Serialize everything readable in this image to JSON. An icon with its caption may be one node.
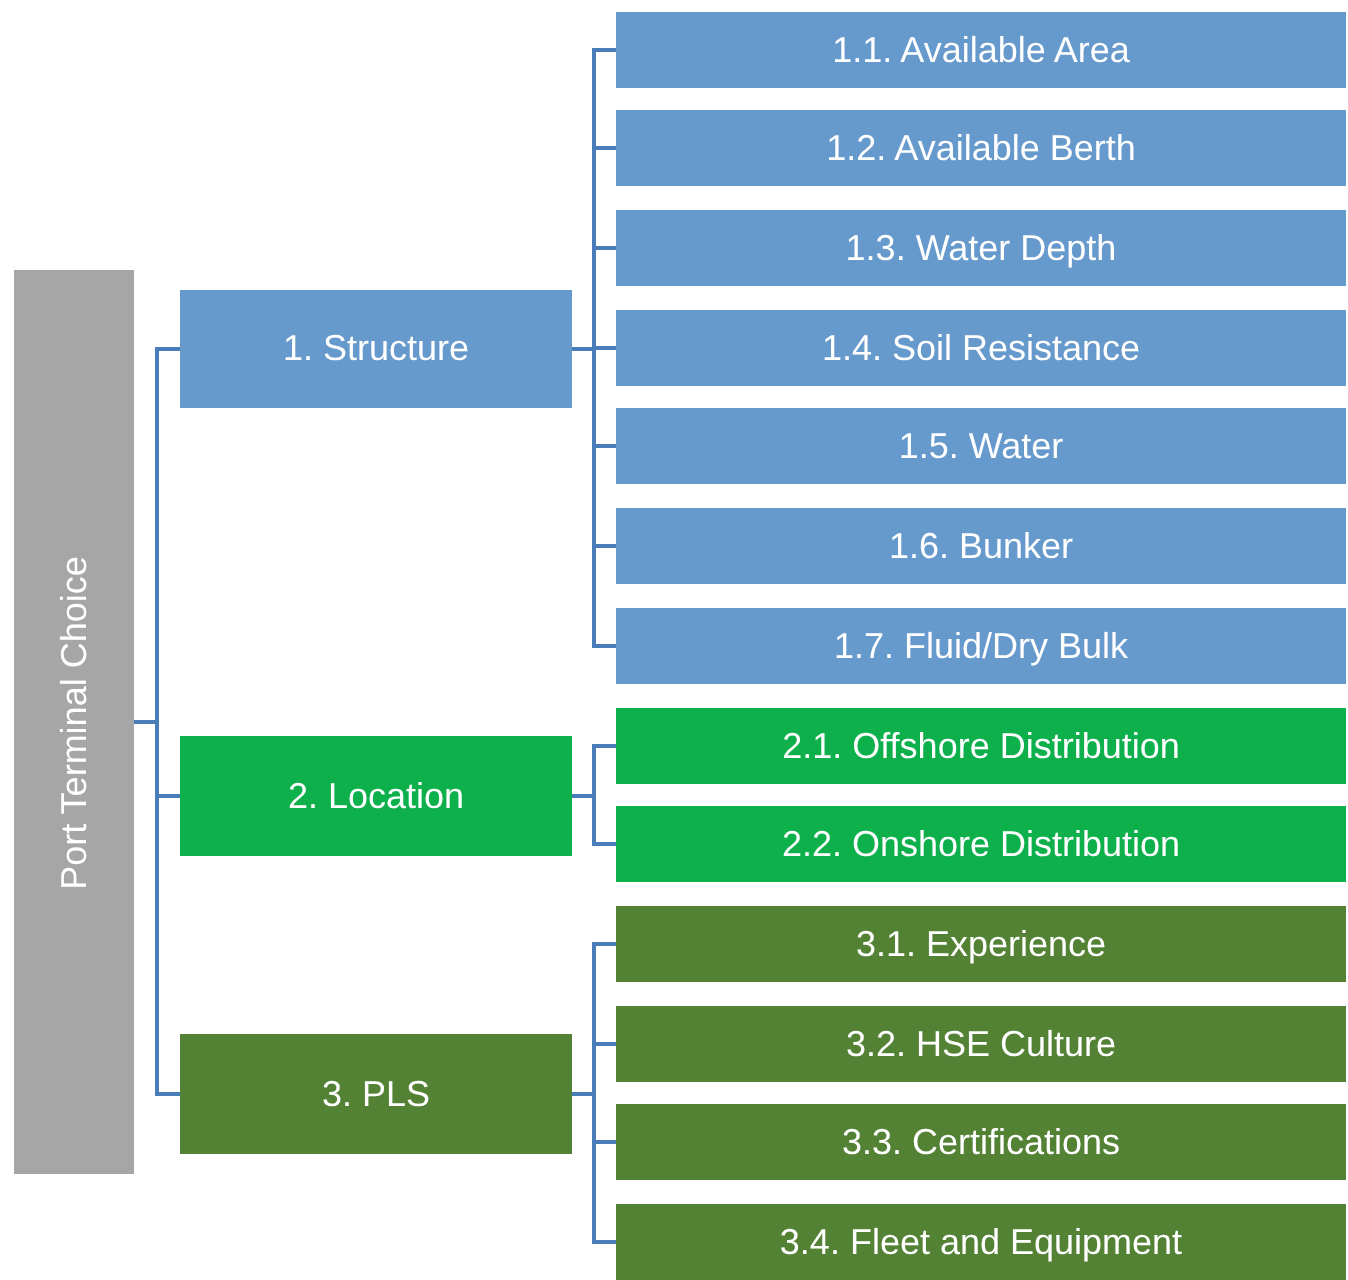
{
  "diagram": {
    "nodes": [
      {
        "text": [
          "Port Terminal Choice"
        ]
      },
      {
        "text": [
          "1. Structure"
        ]
      },
      {
        "text": [
          "1.1. Available Area"
        ]
      },
      {
        "text": [
          "1.2. Available Berth"
        ]
      },
      {
        "text": [
          "1.3. Water Depth"
        ]
      },
      {
        "text": [
          "1.4. Soil Resistance"
        ]
      },
      {
        "text": [
          "1.5. Water"
        ]
      },
      {
        "text": [
          "1.6. Bunker"
        ]
      },
      {
        "text": [
          "1.7. Fluid/Dry Bulk"
        ]
      },
      {
        "text": [
          "2. Location"
        ]
      },
      {
        "text": [
          "2.1. Offshore Distribution"
        ]
      },
      {
        "text": [
          "2.2. Onshore Distribution"
        ]
      },
      {
        "text": [
          "3. PLS"
        ]
      },
      {
        "text": [
          "3.1. Experience"
        ]
      },
      {
        "text": [
          "3.2. HSE Culture"
        ]
      },
      {
        "text": [
          "3.3. Certifications"
        ]
      },
      {
        "text": [
          "3.4. Fleet and Equipment"
        ]
      }
    ],
    "edges": [
      {
        "from": 0,
        "to": 1,
        "arrow": "none"
      },
      {
        "from": 0,
        "to": 9,
        "arrow": "none"
      },
      {
        "from": 0,
        "to": 12,
        "arrow": "none"
      },
      {
        "from": 1,
        "to": 2,
        "arrow": "none"
      },
      {
        "from": 1,
        "to": 3,
        "arrow": "none"
      },
      {
        "from": 1,
        "to": 4,
        "arrow": "none"
      },
      {
        "from": 1,
        "to": 5,
        "arrow": "none"
      },
      {
        "from": 1,
        "to": 6,
        "arrow": "none"
      },
      {
        "from": 1,
        "to": 7,
        "arrow": "none"
      },
      {
        "from": 1,
        "to": 8,
        "arrow": "none"
      },
      {
        "from": 9,
        "to": 10,
        "arrow": "none"
      },
      {
        "from": 9,
        "to": 11,
        "arrow": "none"
      },
      {
        "from": 12,
        "to": 13,
        "arrow": "none"
      },
      {
        "from": 12,
        "to": 14,
        "arrow": "none"
      },
      {
        "from": 12,
        "to": 15,
        "arrow": "none"
      },
      {
        "from": 12,
        "to": 16,
        "arrow": "none"
      }
    ]
  }
}
